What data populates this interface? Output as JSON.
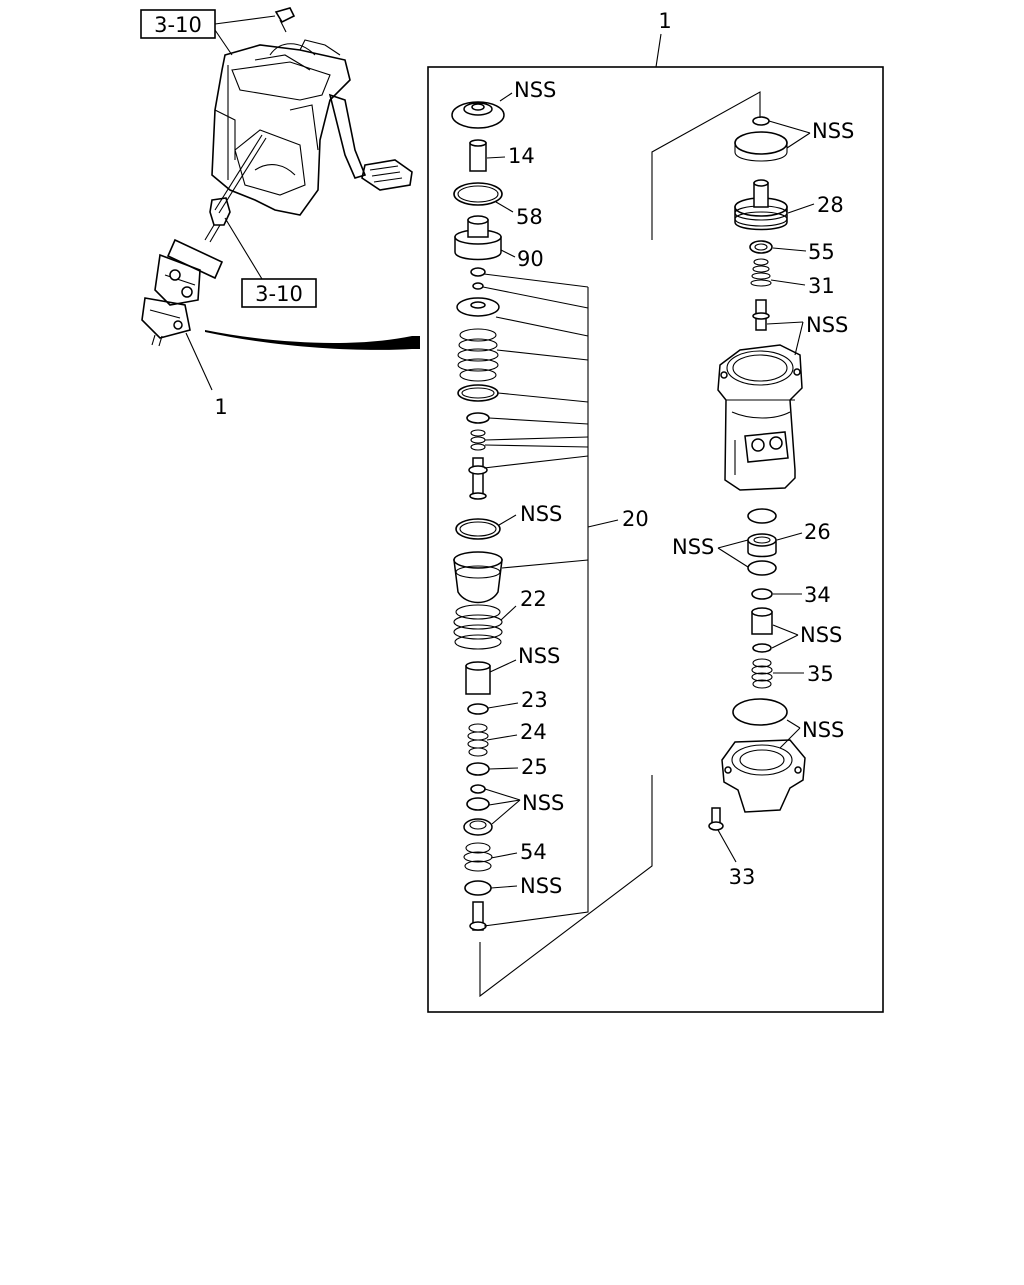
{
  "diagram": {
    "references": [
      "3-10",
      "3-10"
    ],
    "assembly_callouts": [
      "1",
      "1"
    ],
    "left_column": {
      "labels": [
        "NSS",
        "14",
        "58",
        "90",
        "20",
        "NSS",
        "22",
        "NSS",
        "23",
        "24",
        "25",
        "NSS",
        "54",
        "NSS"
      ]
    },
    "right_column": {
      "labels": [
        "NSS",
        "28",
        "55",
        "31",
        "NSS",
        "26",
        "NSS",
        "34",
        "NSS",
        "35",
        "NSS",
        "33"
      ]
    }
  }
}
